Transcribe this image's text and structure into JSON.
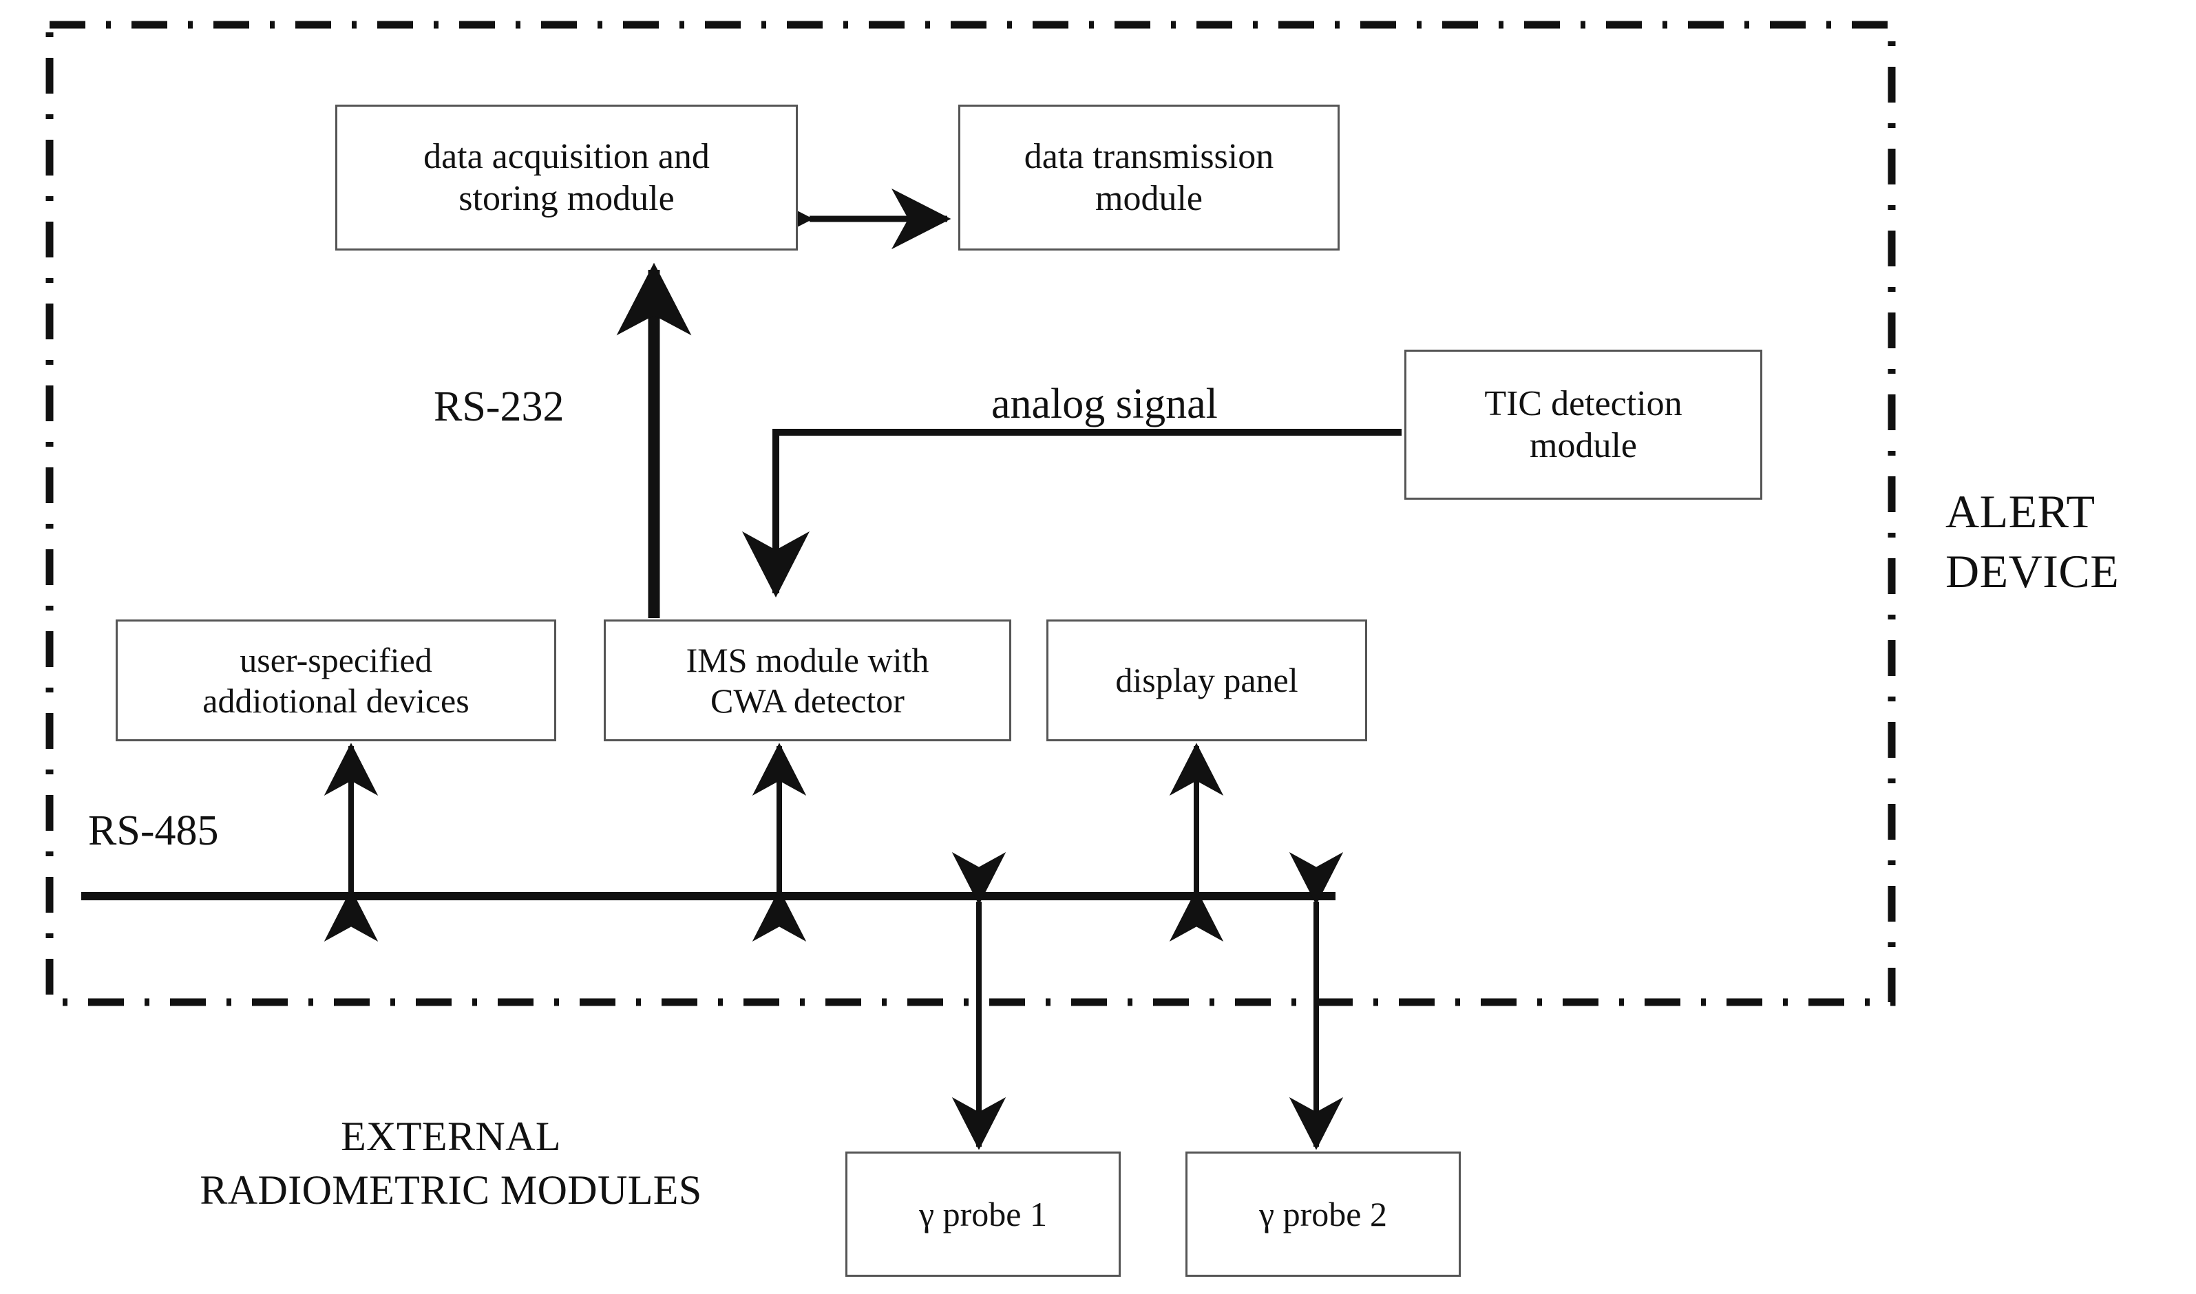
{
  "diagram": {
    "title_region_alert": "ALERT\nDEVICE",
    "title_region_external": "EXTERNAL\nRADIOMETRIC MODULES",
    "boundary_style": "dash-dot rectangle",
    "nodes": {
      "daq": "data acquisition and\nstoring module",
      "dtm": "data transmission\nmodule",
      "tic": "TIC detection\nmodule",
      "extra": "user-specified\naddiotional devices",
      "ims": "IMS module with\nCWA detector",
      "display": "display panel",
      "probe1": "γ probe 1",
      "probe2": "γ probe 2"
    },
    "edge_labels": {
      "rs232": "RS-232",
      "rs485": "RS-485",
      "analog": "analog signal"
    },
    "colors": {
      "line": "#111111",
      "box_border": "#555555",
      "background": "#ffffff",
      "text": "#111111"
    }
  }
}
